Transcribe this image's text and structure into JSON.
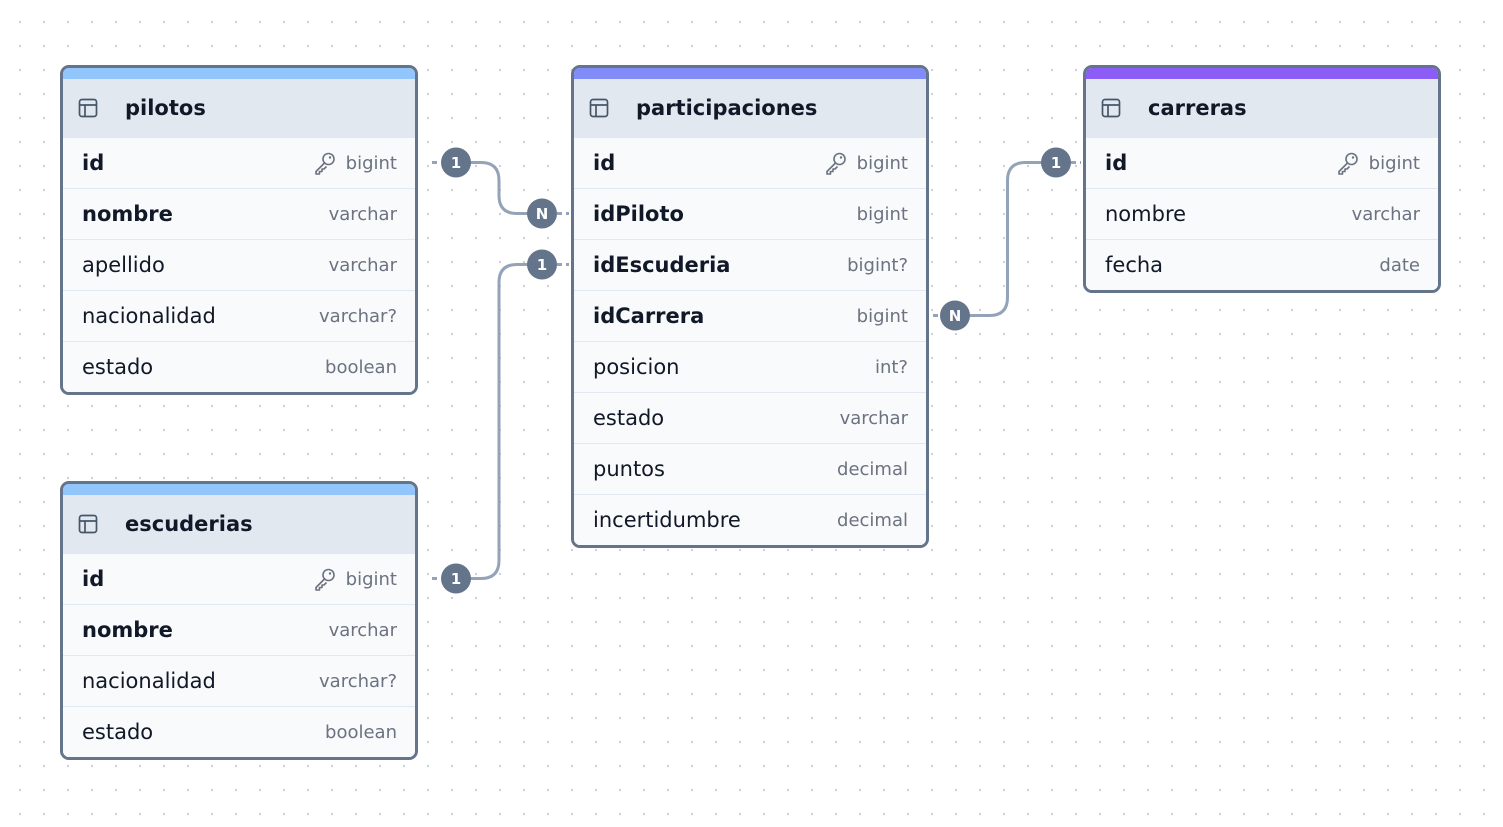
{
  "tables": {
    "pilotos": {
      "name": "pilotos",
      "accent": "#93c5fd",
      "columns": [
        {
          "name": "id",
          "type": "bigint",
          "pk": true,
          "bold": true
        },
        {
          "name": "nombre",
          "type": "varchar",
          "pk": false,
          "bold": true
        },
        {
          "name": "apellido",
          "type": "varchar",
          "pk": false,
          "bold": false
        },
        {
          "name": "nacionalidad",
          "type": "varchar?",
          "pk": false,
          "bold": false
        },
        {
          "name": "estado",
          "type": "boolean",
          "pk": false,
          "bold": false
        }
      ]
    },
    "escuderias": {
      "name": "escuderias",
      "accent": "#93c5fd",
      "columns": [
        {
          "name": "id",
          "type": "bigint",
          "pk": true,
          "bold": true
        },
        {
          "name": "nombre",
          "type": "varchar",
          "pk": false,
          "bold": true
        },
        {
          "name": "nacionalidad",
          "type": "varchar?",
          "pk": false,
          "bold": false
        },
        {
          "name": "estado",
          "type": "boolean",
          "pk": false,
          "bold": false
        }
      ]
    },
    "participaciones": {
      "name": "participaciones",
      "accent": "#818cf8",
      "columns": [
        {
          "name": "id",
          "type": "bigint",
          "pk": true,
          "bold": true
        },
        {
          "name": "idPiloto",
          "type": "bigint",
          "pk": false,
          "bold": true
        },
        {
          "name": "idEscuderia",
          "type": "bigint?",
          "pk": false,
          "bold": true
        },
        {
          "name": "idCarrera",
          "type": "bigint",
          "pk": false,
          "bold": true
        },
        {
          "name": "posicion",
          "type": "int?",
          "pk": false,
          "bold": false
        },
        {
          "name": "estado",
          "type": "varchar",
          "pk": false,
          "bold": false
        },
        {
          "name": "puntos",
          "type": "decimal",
          "pk": false,
          "bold": false
        },
        {
          "name": "incertidumbre",
          "type": "decimal",
          "pk": false,
          "bold": false
        }
      ]
    },
    "carreras": {
      "name": "carreras",
      "accent": "#8b5cf6",
      "columns": [
        {
          "name": "id",
          "type": "bigint",
          "pk": true,
          "bold": true
        },
        {
          "name": "nombre",
          "type": "varchar",
          "pk": false,
          "bold": false
        },
        {
          "name": "fecha",
          "type": "date",
          "pk": false,
          "bold": false
        }
      ]
    }
  },
  "relations": [
    {
      "from_table": "pilotos",
      "from_column": "id",
      "from_card": "1",
      "to_table": "participaciones",
      "to_column": "idPiloto",
      "to_card": "N"
    },
    {
      "from_table": "escuderias",
      "from_column": "id",
      "from_card": "1",
      "to_table": "participaciones",
      "to_column": "idEscuderia",
      "to_card": "1"
    },
    {
      "from_table": "carreras",
      "from_column": "id",
      "from_card": "1",
      "to_table": "participaciones",
      "to_column": "idCarrera",
      "to_card": "N"
    }
  ],
  "icons": {
    "table": "table-icon",
    "primary_key": "key-icon"
  },
  "colors": {
    "border": "#64748b",
    "header_bg": "#e2e8f0",
    "row_bg": "#f8fafc",
    "edge": "#94a3b8",
    "badge": "#64748b"
  }
}
